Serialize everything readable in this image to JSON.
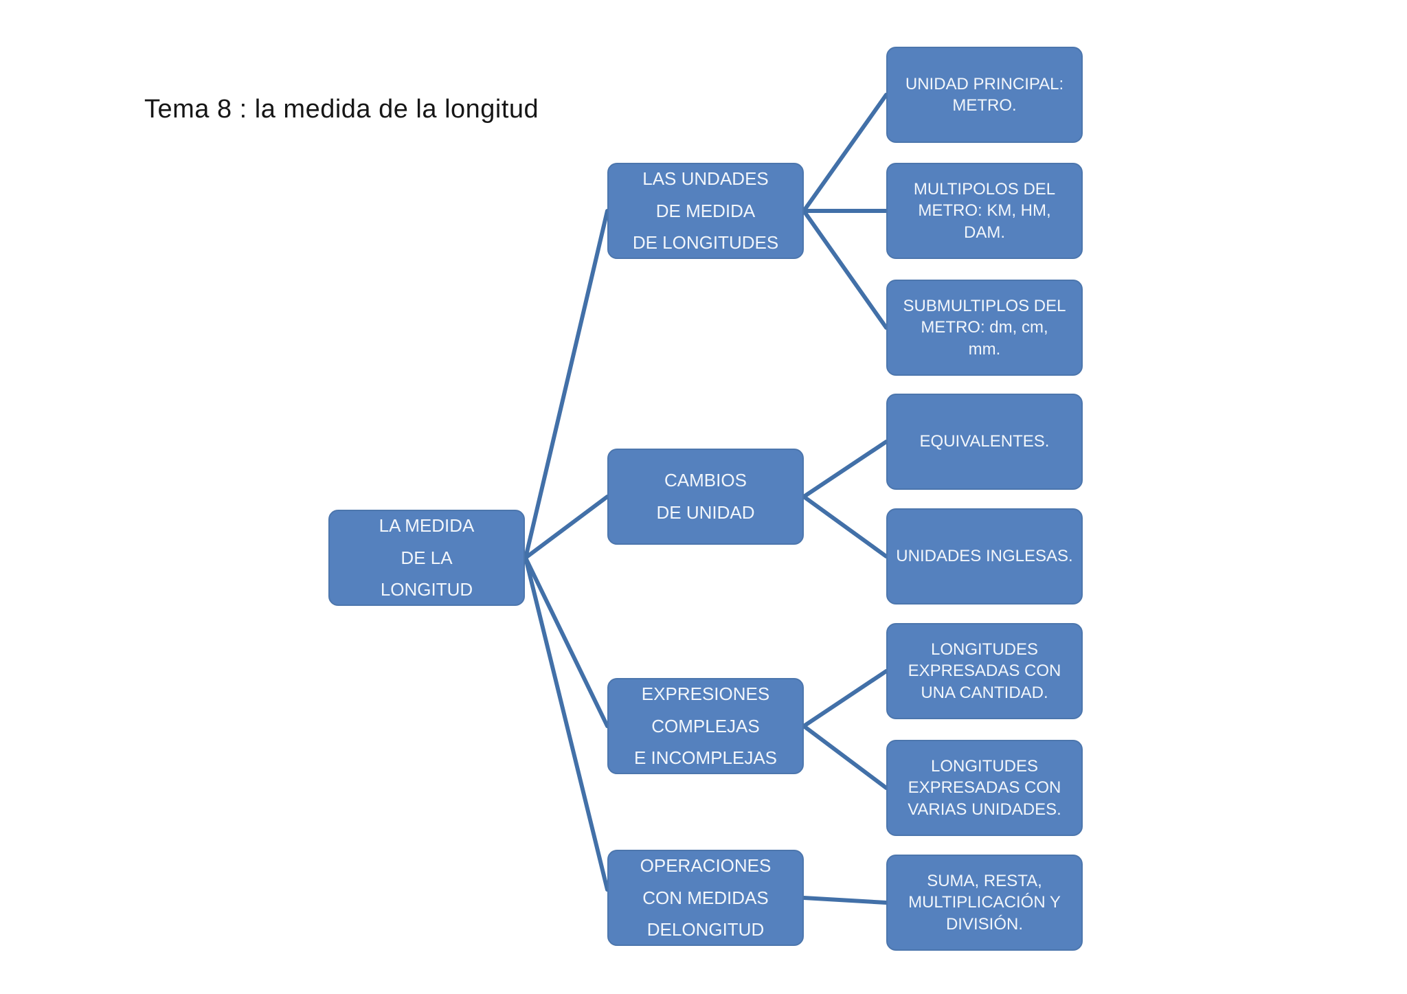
{
  "title": "Tema 8 : la medida de la longitud",
  "theme": {
    "background": "#ffffff",
    "title_text": "#161616",
    "node_fill": "#5581be",
    "node_border": "#4c76ad",
    "node_text": "#f2f6fb",
    "connector": "#4270a8"
  },
  "tree": {
    "root": {
      "label": "LA MEDIDA\nDE LA\nLONGITUD"
    },
    "branches": [
      {
        "label": "LAS UNDADES\nDE MEDIDA\nDE LONGITUDES",
        "children": [
          "UNIDAD PRINCIPAL:\nMETRO.",
          "MULTIPOLOS DEL\nMETRO: KM, HM,\nDAM.",
          "SUBMULTIPLOS DEL\nMETRO: dm, cm,\nmm."
        ]
      },
      {
        "label": "CAMBIOS\nDE UNIDAD",
        "children": [
          "EQUIVALENTES.",
          "UNIDADES INGLESAS."
        ]
      },
      {
        "label": "EXPRESIONES\nCOMPLEJAS\nE INCOMPLEJAS",
        "children": [
          "LONGITUDES\nEXPRESADAS CON\nUNA CANTIDAD.",
          "LONGITUDES\nEXPRESADAS CON\nVARIAS UNIDADES."
        ]
      },
      {
        "label": "OPERACIONES\nCON MEDIDAS\nDELONGITUD",
        "children": [
          "SUMA, RESTA,\nMULTIPLICACIÓN Y\nDIVISIÓN."
        ]
      }
    ]
  }
}
